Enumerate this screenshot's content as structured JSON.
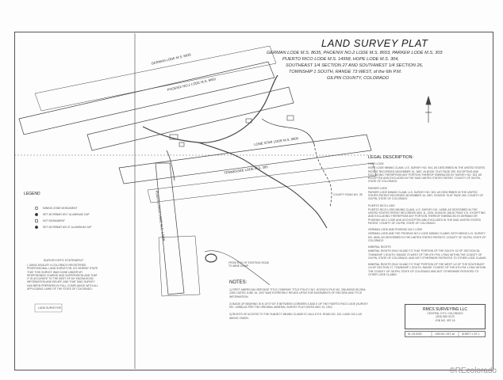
{
  "title": "LAND SURVEY PLAT",
  "subtitle_lines": [
    "GERMAN LODE M.S. 8635, PHOENIX NO.2 LODE M.S. 8653, PARKER LODE M.S. 303",
    "PUERTO RICO LODE M.S. 14958, HOPE LODE M.S. 304,",
    "SOUTHEAST 1/4 SECTION 27 AND SOUTHWEST 1/4 SECTION 26,",
    "TOWNSHIP 1 SOUTH, RANGE 73 WEST, of the 6th P.M.",
    "GILPIN COUNTY, COLORADO"
  ],
  "lode_labels": {
    "german": "GERMAN LODE M.S. 8635",
    "phoenix": "PHOENIX NO.2 LODE M.S. 8653",
    "lone_star": "LONE STAR LODE  M.S. 9905",
    "tennessee": "TENNESSEE LODE  M.S. 395",
    "puerto_rico": "PUERTO RICO LODE M.S. 14958"
  },
  "legal_description": {
    "heading": "LEGAL DESCRIPTION:",
    "sections": [
      {
        "heading": "HOPE LODE",
        "text": "HOPE LODE MINING CLAIM, U.S. SURVEY NO. 304, AS DESCRIBED IN THE UNITED STATES PATENT RECORDED NOVEMBER 16, 1897, IN BOOK 76 AT PAGE 259. EXCEPTING AND EXCLUDING THEREFROM ANY PORTION THEREOF EMBRACED BY SURVEY NO. 303, AS EXCEPTED AND EXCLUDED IN THE SAID UNITED STATES PATENT. COUNTY OF GILPIN, STATE OF COLORADO"
      },
      {
        "heading": "PARKER LODE",
        "text": "PARKER LODE MINING CLAIM, U.S. SURVEY NO. 303, AS DESCRIBED IN THE UNITED STATES PATENT RECORDED NOVEMBER 16, 1897, IN BOOK 76 AT PAGE 263. COUNTY OF GILPIN, STATE OF COLORADO"
      },
      {
        "heading": "PUERTO RICO LODE",
        "text": "PUERTO RICO LODE MINING CLAIM, U.S. SURVEY NO. 14958, AS DESCRIBED IN THE UNITED STATES PATENT RECORDED MAY 11, 1925, IN BOOK 158 AT PAGE 174. EXCEPTING AND EXCLUDING THEREFROM ANY PORTION THEREOF EMBRACED IN GERMAN OR PHOENIX NO.2 LODE AND AS EXCEPTED AND EXCLUDED IN THE SAID UNITED STATES PATENT. COUNTY OF GILPIN, STATE OF COLORADO"
      },
      {
        "heading": "GERMAN LODE AND PHOENIX NO.2 LODE",
        "text": "GERMAN LODE AND THE PHOENIX NO.2 LODE MINING CLAIMS, BOTH BEING U.S. SURVEY NO. 8635, AS DESCRIBED IN THE UNITED STATES PATENTS. COUNTY OF GILPIN, STATE OF COLORADO"
      },
      {
        "heading": "MINERAL RIGHTS",
        "text": "MINERAL RIGHTS ONLY IN AND TO THAT PORTION OF THE SOUTH 1/2 OF SECTION 26, TOWNSHIP 1 SOUTH, RANGE 73 WEST OF THE 6TH P.M. LYING WITHIN THE COUNTY OF GILPIN, STATE OF COLORADO, AND NOT OTHERWISE PATENTED TO OTHER LODE CLAIMS."
      },
      {
        "heading": "",
        "text": "MINERAL RIGHTS ONLY IN AND TO THAT PORTION OF THE WEST 1/2 OF THE SOUTHEAST 1/4 OF SECTION 27, TOWNSHIP 1 SOUTH, RANGE 73 WEST OF THE 6TH P.M. LYING WITHIN THE COUNTY OF GILPIN, STATE OF COLORADO AND NOT OTHERWISE PATENTED TO OTHER LODE CLAIMS."
      }
    ]
  },
  "legend": {
    "heading": "LEGEND",
    "items": [
      "MINING ZONE MONUMENT",
      "SET #5 REBAR W/1\" ALUMINUM CAP",
      "NOT MONUMENT",
      "SET #5 REBAR W/1.5\" ALUMINUM CAP"
    ]
  },
  "surveyor_statement": {
    "heading": "SURVEYOR'S STATEMENT",
    "text": "I, DAVID MCALEP, A COLORADO REGISTERED PROFESSIONAL LAND SURVEYOR, DO HEREBY STATE THAT THIS SURVEY WAS DONE UNDER MY RESPONSIBLE CHARGE AND SUPERVISION AND THAT IT IS ACCURATE TO THE BEST OF MY KNOWLEDGE, INFORMATION AND BELIEF, AND THAT SAID SURVEY HAS BEEN PREPARED IN FULL COMPLIANCE WITH ALL APPLICABLE LAWS OF THE STATE OF COLORADO."
  },
  "surveyor_signature": "LAND SURVEYOR",
  "notes": {
    "heading": "NOTES:",
    "items": [
      "1) FIRST AMERICAN HERITAGE TITLE COMPANY TITLE POLICY NO. GOO3474 FILE NO. 396-H0009-59-2944-1283, DATED JUNE 15, 2007 WAS EXPRESSLY RELIED UPON FOR EASEMENTS OF RECORD AND TITLE INFORMATION.",
      "2) BASIS OF BEARING IS N 10°07'00\" E BETWEEN CORNERS 4 AND 5 OF THE PUERTO RICO LODE (SURVEY NO. 14958) AS PER THE ORIGINAL MINERAL SURVEY PLAT DATED MAY 13, 1920.",
      "3) RIGHTS OF ACCESS TO THE SUBJECT MINING CLAIMS IS VIA A.S.P.S. ROAD NO. 102-1 AND 102-1 AS ABOVE-TAKEN."
    ]
  },
  "company": {
    "name": "RMCS SURVEYING LLC",
    "lines": [
      "CENTRAL CITY, COLORADO",
      "(303) 582-3123",
      "JOB NO. 09T-16"
    ]
  },
  "title_block_cells": [
    "W.J.B.2009",
    "JOB NO. 09T-16",
    "SHEET 1 OF 1"
  ],
  "access_note": "FROM END OF EXISTING ROAD TO MINE DUMP",
  "road_note": "COUNTY ROAD NO. 35",
  "watermark": "©REcolorado",
  "colors": {
    "ink": "#333333",
    "paper": "#fdfdfd",
    "watermark": "#9a9a9a"
  }
}
